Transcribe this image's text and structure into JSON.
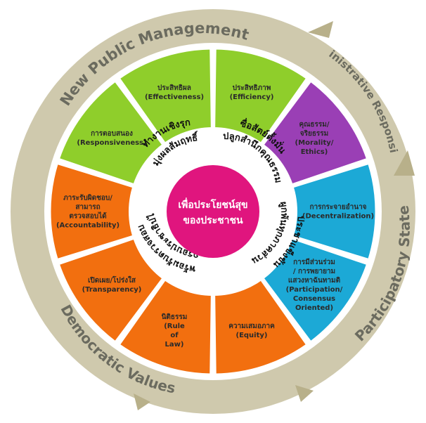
{
  "colors": {
    "outer_ring": "#c9c3a4",
    "green": "#8fce2b",
    "purple": "#9a3fb5",
    "cyan": "#1ca9d6",
    "orange": "#f26f0f",
    "center": "#e0157e",
    "inner_ring": "#ffffff"
  },
  "outer_labels": {
    "top": "New Public Management",
    "right_top": "Administrative Responsibility",
    "right": "Participatory State",
    "bottom_left": "Democratic Values"
  },
  "segments": [
    {
      "thai": "ประสิทธิภาพ",
      "en": "(Efficiency)",
      "color": "green"
    },
    {
      "thai": "คุณธรรม/ จริยธรรม",
      "en": "(Morality/ Ethics)",
      "color": "purple"
    },
    {
      "thai": "การกระจายอำนาจ",
      "en": "(Decentralization)",
      "color": "cyan"
    },
    {
      "thai": "การมีส่วนร่วม / การพยายาม แสวงหาฉันทามติ",
      "en": "(Participation/ Consensus Oriented)",
      "color": "cyan"
    },
    {
      "thai": "ความเสมอภาค",
      "en": "(Equity)",
      "color": "orange"
    },
    {
      "thai": "นิติธรรม",
      "en": "(Rule of Law)",
      "color": "orange"
    },
    {
      "thai": "เปิดเผย/โปร่งใส",
      "en": "(Transparency)",
      "color": "orange"
    },
    {
      "thai": "ภาระรับผิดชอบ/ สามารถ ตรวจสอบได้",
      "en": "(Accountability)",
      "color": "orange"
    },
    {
      "thai": "การตอบสนอง",
      "en": "(Responsiveness)",
      "color": "green"
    },
    {
      "thai": "ประสิทธิผล",
      "en": "(Effectiveness)",
      "color": "green"
    }
  ],
  "inner_ring": {
    "top_left": "ทำงานเชิงรุก มุ่งผลสัมฤทธิ์",
    "top_right": "ซื่อสัตย์ตั้งมั่น ปลูกสำนึกคุณธรรม",
    "bottom_right": "ประชาแข็งขัน ผูกพันทุกภาคส่วน",
    "bottom_left": "พร้อมรับตรวจสอบ ยึดกรอบประชาธิปไตย"
  },
  "center": {
    "line1": "เพื่อประโยชน์สุข",
    "line2": "ของประชาชน"
  }
}
